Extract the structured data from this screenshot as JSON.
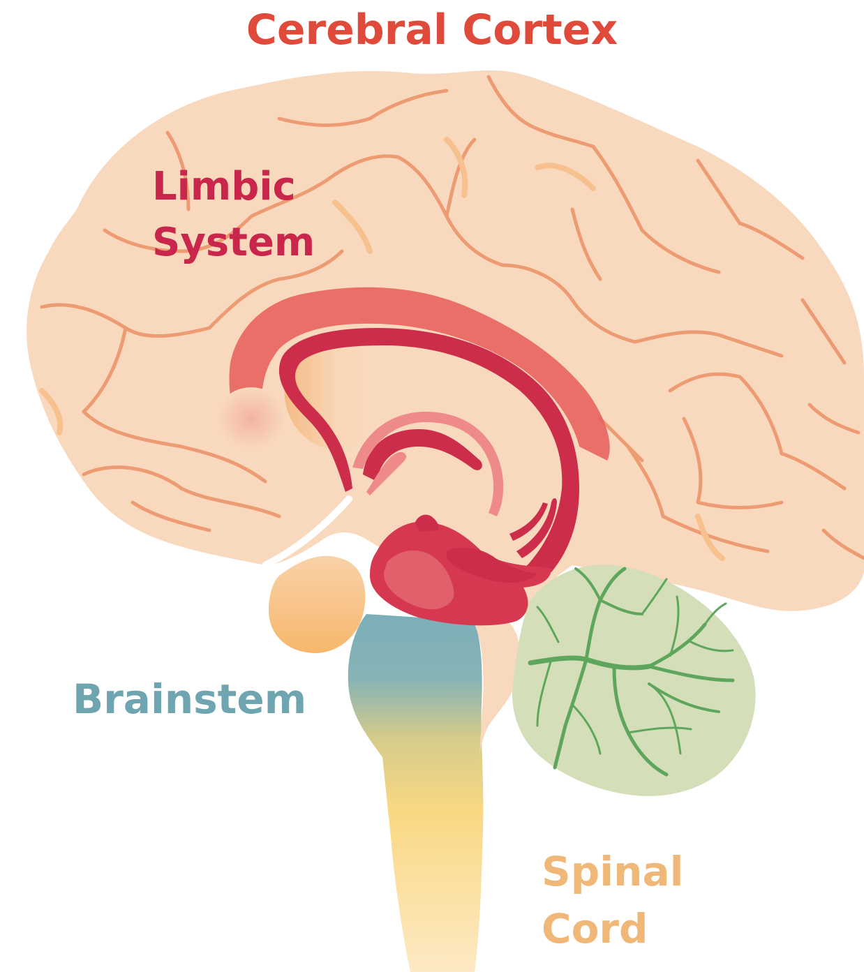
{
  "labels": {
    "cerebral_cortex": "Cerebral Cortex",
    "limbic_line1": "Limbic",
    "limbic_line2": "System",
    "brainstem": "Brainstem",
    "spinal_line1": "Spinal",
    "spinal_line2": "Cord"
  },
  "colors": {
    "cortex_label": "#e04a3a",
    "limbic_label": "#c8264a",
    "brainstem_label": "#6fa5b0",
    "spinal_label": "#f0b878",
    "cortex_fill": "#f9d9bd",
    "sulci": "#ec9b72",
    "sulci_light": "#f6c18e",
    "limbic_band": "#e8635e",
    "limbic_dark": "#cc2d4a",
    "limbic_light": "#ee8a8a",
    "cerebellum_fill": "#d4dfb9",
    "cerebellum_veins": "#5ea65c",
    "brainstem_top": "#7cafb8",
    "spinal_fill": "#f9d883"
  }
}
